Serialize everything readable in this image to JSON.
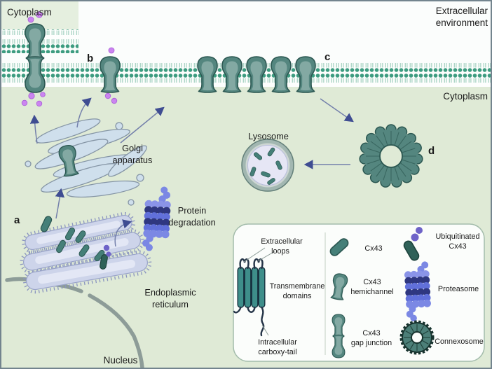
{
  "labels": {
    "cytoplasm_top": "Cytoplasm",
    "extracellular": [
      "Extracellular",
      "environment"
    ],
    "cytoplasm_main": "Cytoplasm",
    "nucleus": "Nucleus"
  },
  "organelles": {
    "golgi": [
      "Golgi",
      "apparatus"
    ],
    "lysosome": "Lysosome",
    "protein_degradation": [
      "Protein",
      "degradation"
    ],
    "er": [
      "Endoplasmic",
      "reticulum"
    ]
  },
  "stages": {
    "a": "a",
    "b": "b",
    "c": "c",
    "d": "d"
  },
  "legend": {
    "extracellular_loops": [
      "Extracellular",
      "loops"
    ],
    "transmembrane": [
      "Transmembrane",
      "domains"
    ],
    "carboxy_tail": [
      "Intracellular",
      "carboxy-tail"
    ],
    "cx43": "Cx43",
    "hemichannel": [
      "Cx43",
      "hemichannel"
    ],
    "gap_junction": [
      "Cx43",
      "gap junction"
    ],
    "ubiquitinated": [
      "Ubiquitinated",
      "Cx43"
    ],
    "proteasome": "Proteasome",
    "connexosome": "Connexosome"
  },
  "colors": {
    "cytoplasm_green": "#dfead6",
    "other_cell_green": "#e5efdf",
    "extracellular_white": "#fbfdfc",
    "membrane_head_green": "#3d9c80",
    "cx43_teal": "#54867f",
    "cx43_outline": "#2b5751",
    "er_lavender": "#cdd4ea",
    "golgi_blue": "#cfdfec",
    "proteasome_blue": "#6170da",
    "proteasome_navy": "#2f3780",
    "ubiquitin_purple": "#6e63c8",
    "phospho_purple": "#cb84f0",
    "arrow_navy": "#3f4d92",
    "lysosome_lumen": "#e6e6f5",
    "legend_bg": "#fbfdfb",
    "nucleus_gray": "#8d9c98"
  }
}
